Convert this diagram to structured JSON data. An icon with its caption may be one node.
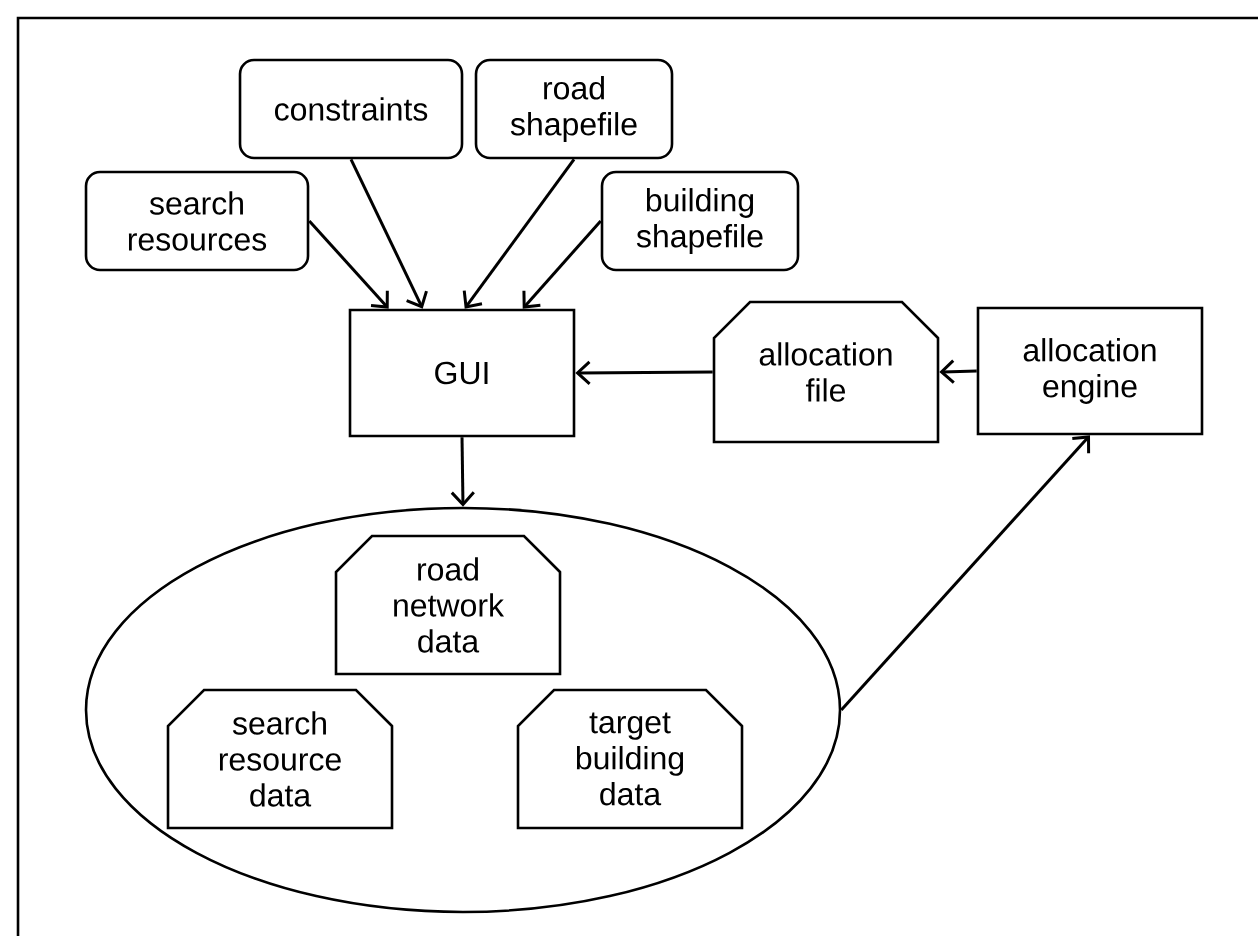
{
  "diagram": {
    "nodes": [
      {
        "text": [
          "constraints"
        ]
      },
      {
        "text": [
          "road shapefile"
        ]
      },
      {
        "text": [
          "search resources"
        ]
      },
      {
        "text": [
          "building shapefile"
        ]
      },
      {
        "text": [
          "GUI"
        ]
      },
      {
        "text": [
          "allocation file"
        ]
      },
      {
        "text": [
          "allocation engine"
        ]
      },
      {
        "text": [],
        "shape": "ellipse"
      },
      {
        "text": [
          "road network data"
        ],
        "in": 7
      },
      {
        "text": [
          "search resource data"
        ],
        "in": 7
      },
      {
        "text": [
          "target building data"
        ],
        "in": 7
      }
    ],
    "edges": [
      {
        "from": 2,
        "to": 4,
        "arrow": "to"
      },
      {
        "from": 0,
        "to": 4,
        "arrow": "to"
      },
      {
        "from": 1,
        "to": 4,
        "arrow": "to"
      },
      {
        "from": 3,
        "to": 4,
        "arrow": "to"
      },
      {
        "from": 5,
        "to": 4,
        "arrow": "to"
      },
      {
        "from": 6,
        "to": 5,
        "arrow": "to"
      },
      {
        "from": 4,
        "to": 7,
        "arrow": "to"
      },
      {
        "from": 7,
        "to": 6,
        "arrow": "to"
      }
    ]
  }
}
